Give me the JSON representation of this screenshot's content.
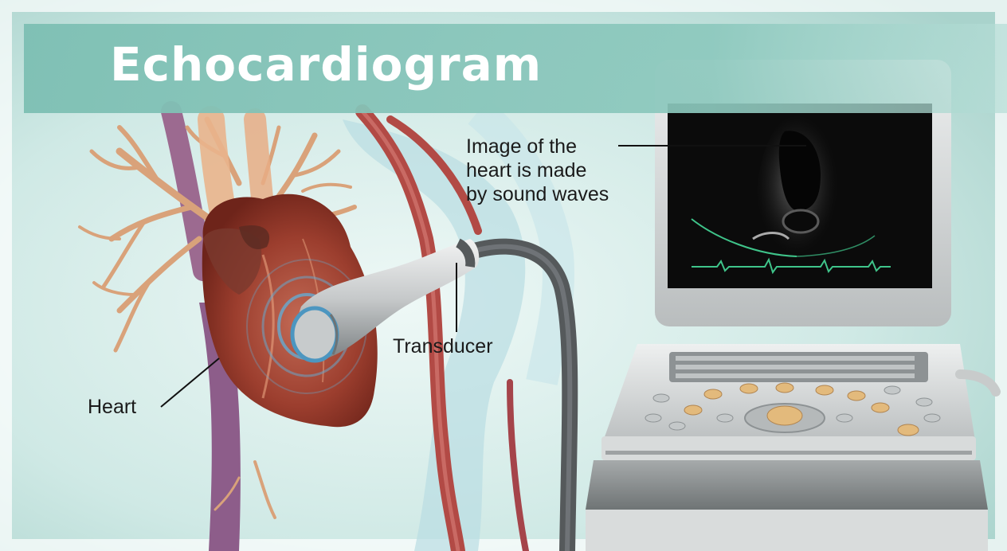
{
  "title": "Echocardiogram",
  "labels": {
    "image_caption_lines": [
      "Image of the",
      "heart is made",
      "by sound waves"
    ],
    "transducer": "Transducer",
    "heart": "Heart"
  },
  "colors": {
    "banner": "#77b9ad",
    "background": "#d9efec",
    "heart": "#9c3e2e",
    "vessels": "#d9a27a",
    "screen": "#0b0b0b",
    "ecg_trace": "#3fc48a",
    "machine": "#d2d4d4",
    "knobs": "#e3ba7c"
  }
}
